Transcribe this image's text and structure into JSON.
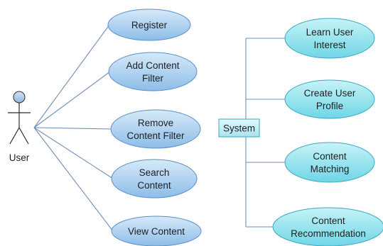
{
  "actor": {
    "label": "User"
  },
  "system": {
    "label": "System"
  },
  "user_use_cases": [
    {
      "lines": [
        "Register"
      ]
    },
    {
      "lines": [
        "Add Content",
        "Filter"
      ]
    },
    {
      "lines": [
        "Remove",
        "Content Filter"
      ]
    },
    {
      "lines": [
        "Search",
        "Content"
      ]
    },
    {
      "lines": [
        "View Content"
      ]
    }
  ],
  "system_use_cases": [
    {
      "lines": [
        "Learn User",
        "Interest"
      ]
    },
    {
      "lines": [
        "Create User",
        "Profile"
      ]
    },
    {
      "lines": [
        "Content",
        "Matching"
      ]
    },
    {
      "lines": [
        "Content",
        "Recommendation"
      ]
    }
  ],
  "colors": {
    "ellipse_fill_top": "#d6e9f9",
    "ellipse_fill_bottom": "#8dbde8",
    "ellipse_stroke": "#5b8fc7",
    "ellipse_fill_right_top": "#c6f3f7",
    "ellipse_fill_right_bottom": "#6fd6e6",
    "ellipse_stroke_right": "#3aa8bd",
    "line": "#6f8fb8",
    "system_fill": "#bdeaf3",
    "system_stroke": "#3aa8bd",
    "actor_fill": "#b4cff0",
    "actor_stroke": "#2b2b2b"
  }
}
